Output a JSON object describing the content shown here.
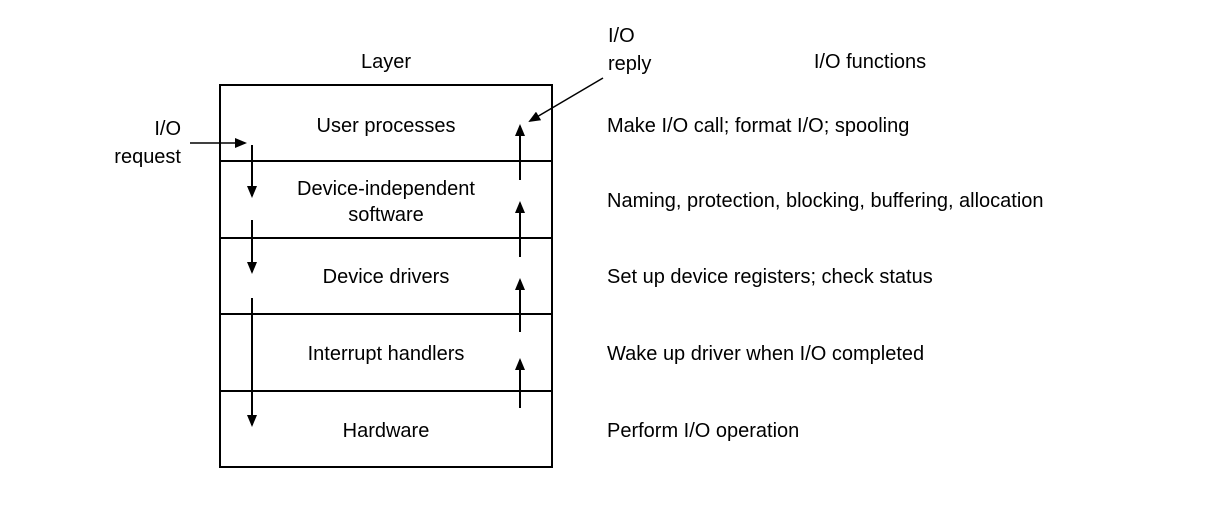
{
  "headers": {
    "layer": "Layer",
    "functions": "I/O functions",
    "reply_line1": "I/O",
    "reply_line2": "reply"
  },
  "request": {
    "line1": "I/O",
    "line2": "request"
  },
  "layers": [
    {
      "line1": "User processes",
      "line2": "",
      "function": "Make I/O call; format I/O; spooling"
    },
    {
      "line1": "Device-independent",
      "line2": "software",
      "function": "Naming, protection, blocking, buffering, allocation"
    },
    {
      "line1": "Device drivers",
      "line2": "",
      "function": "Set up device registers; check status"
    },
    {
      "line1": "Interrupt handlers",
      "line2": "",
      "function": "Wake up driver when I/O completed"
    },
    {
      "line1": "Hardware",
      "line2": "",
      "function": "Perform I/O operation"
    }
  ]
}
